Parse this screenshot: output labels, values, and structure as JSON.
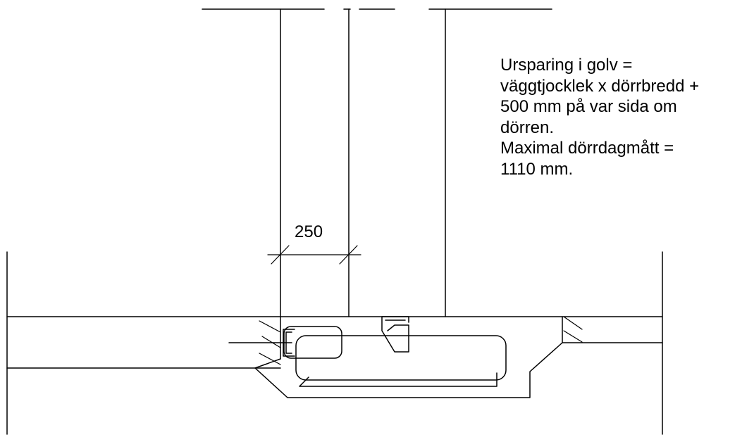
{
  "dimension": {
    "label": "250"
  },
  "note": {
    "lines": [
      "Ursparing i golv =",
      "väggtjocklek x dörrbredd +",
      "500 mm på var sida om",
      "dörren.",
      "Maximal dörrdagmått =",
      "1110 mm."
    ]
  }
}
